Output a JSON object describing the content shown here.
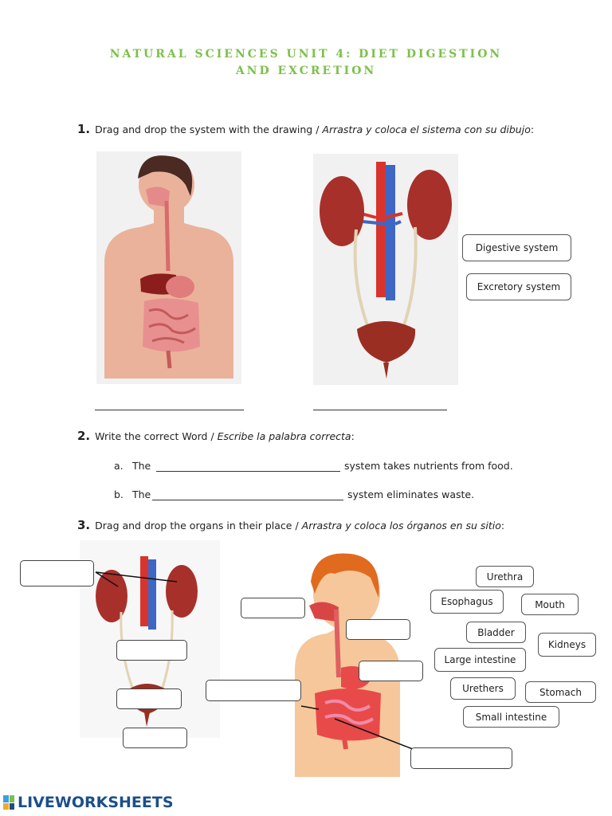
{
  "title": {
    "line1": "NATURAL SCIENCES UNIT 4: DIET DIGESTION",
    "line2": "AND EXCRETION"
  },
  "q1": {
    "number": "1.",
    "text": "Drag and drop the system with the drawing / ",
    "text_es": "Arrastra y coloca el sistema con su dibujo",
    "suffix": ":"
  },
  "q1_cards": [
    "Digestive system",
    "Excretory system"
  ],
  "q2": {
    "number": "2.",
    "text": "Write the correct Word / ",
    "text_es": "Escribe la palabra correcta",
    "suffix": ":",
    "a_label": "a.",
    "a_before": "The",
    "a_after": "system takes nutrients from food.",
    "b_label": "b.",
    "b_before": "The",
    "b_after": "system eliminates waste."
  },
  "q3": {
    "number": "3.",
    "text": "Drag and drop the organs in their place / ",
    "text_es": "Arrastra y coloca los órganos en su sitio",
    "suffix": ":"
  },
  "q3_cards": [
    "Urethra",
    "Esophagus",
    "Mouth",
    "Bladder",
    "Kidneys",
    "Large intestine",
    "Urethers",
    "Stomach",
    "Small intestine"
  ],
  "footer": {
    "brand": "LIVEWORKSHEETS"
  },
  "colors": {
    "title": "#7cc04b",
    "brand": "#1b4f8a"
  }
}
